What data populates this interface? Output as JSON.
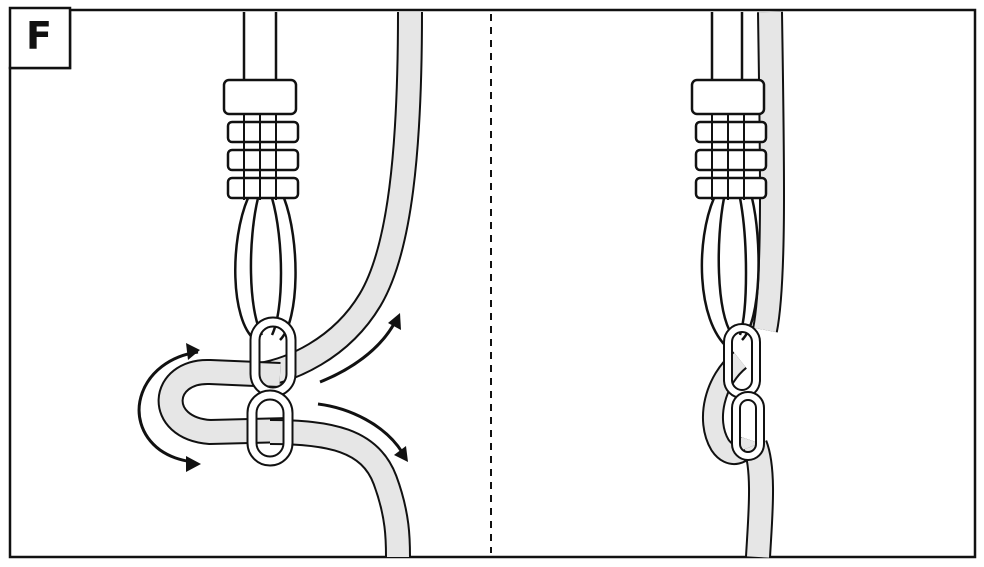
{
  "step": {
    "label": "F"
  },
  "colors": {
    "ink": "#111111",
    "rope": "#e6e6e6",
    "metal": "#ffffff",
    "background": "#ffffff"
  },
  "panels": [
    {
      "icon": "rope-loop-through-chain-link-with-arrows"
    },
    {
      "icon": "rope-knot-tightened-on-chain-link"
    }
  ]
}
